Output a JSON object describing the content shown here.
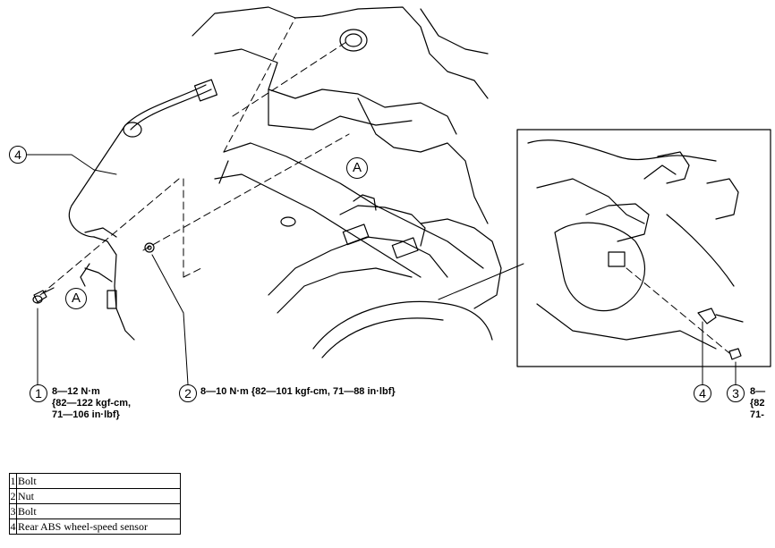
{
  "labels": {
    "a_marker": "A",
    "num_1": "1",
    "num_2": "2",
    "num_3": "3",
    "num_4": "4"
  },
  "torques": {
    "t1_line1": "8—12 N·m",
    "t1_line2": "{82—122 kgf-cm,",
    "t1_line3": "71—106 in·lbf}",
    "t2": "8—10 N·m {82—101 kgf-cm, 71—88 in·lbf}",
    "t3_line1": "8—",
    "t3_line2": "{82",
    "t3_line3": "71-"
  },
  "legend": [
    {
      "num": "1",
      "desc": "Bolt"
    },
    {
      "num": "2",
      "desc": "Nut"
    },
    {
      "num": "3",
      "desc": "Bolt"
    },
    {
      "num": "4",
      "desc": "Rear ABS wheel-speed sensor"
    }
  ]
}
